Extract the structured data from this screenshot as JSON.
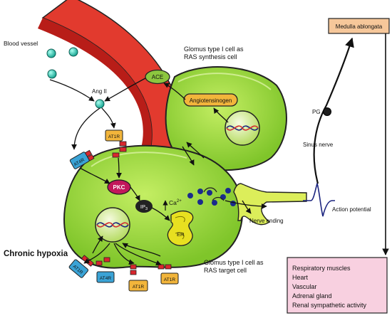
{
  "labels": {
    "blood_vessel": "Blood vessel",
    "ang_ii": "Ang II",
    "ace": "ACE",
    "angiotensinogen": "Angiotensinogen",
    "synthesis_cell_line1": "Glomus type I cell as",
    "synthesis_cell_line2": "RAS synthesis cell",
    "target_cell_line1": "Glomus type I cell as",
    "target_cell_line2": "RAS target cell",
    "at1r": "AT1R",
    "at4r": "AT4R",
    "pkc": "PKC",
    "ip3_base": "IP",
    "ip3_sub": "3",
    "ca_base": "Ca",
    "ca_sup": "2+",
    "er": "ER",
    "chronic_hypoxia": "Chronic hypoxia",
    "nerve_ending": "Nerve ending",
    "action_potential": "Action potential",
    "sinus_nerve": "Sinus nerve",
    "pg": "PG",
    "medulla": "Medulla ablongata"
  },
  "targets": [
    "Respiratory muscles",
    "Heart",
    "Vascular",
    "Adrenal gland",
    "Renal sympathetic activity"
  ],
  "colors": {
    "vessel": "#e23a2e",
    "cell_fill": "#9bd635",
    "cell_stroke": "#2a2a2a",
    "ace_fill": "#8cc63f",
    "angiotensinogen_fill": "#f2b53b",
    "pkc_fill": "#c2185b",
    "ip3_fill": "#222222",
    "er_fill": "#e8e020",
    "ang_dot": "#1ec7b0",
    "vesicle": "#1a2b8c",
    "nerve_fill": "#dcee5a",
    "receptor_at1r": "#f2b53b",
    "receptor_at4r": "#3aa3d6",
    "receptor_block": "#d9272e",
    "medulla_fill": "#f6c79a",
    "target_fill": "#f8d0e0",
    "action_potential": "#1a237e"
  }
}
